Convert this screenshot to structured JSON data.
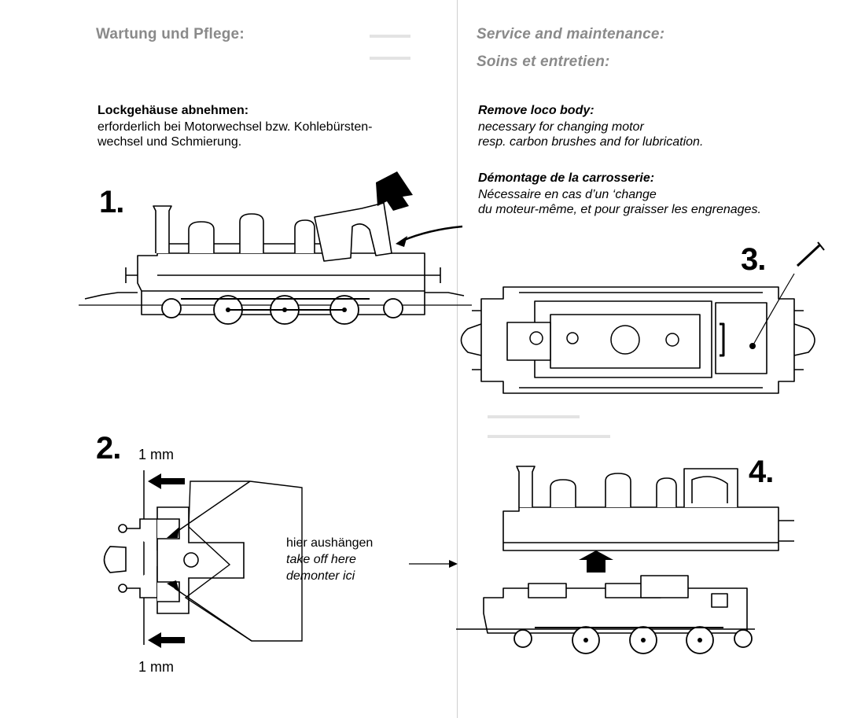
{
  "header": {
    "de": "Wartung und Pflege:",
    "en": "Service and maintenance:",
    "fr": "Soins et entretien:"
  },
  "section_de": {
    "title": "Lockgehäuse abnehmen:",
    "line1": "erforderlich bei Motorwechsel bzw. Kohlebürsten-",
    "line2": "wechsel und Schmierung."
  },
  "section_en": {
    "title": "Remove loco body:",
    "line1": "necessary for changing motor",
    "line2": "resp. carbon brushes and for lubrication."
  },
  "section_fr": {
    "title": "Démontage de la carrosserie:",
    "line1": "Nécessaire en cas d’un ‘change",
    "line2": "du moteur-même, et pour graisser les engrenages."
  },
  "steps": {
    "one": "1.",
    "two": "2.",
    "three": "3.",
    "four": "4."
  },
  "dimensions": {
    "top": "1 mm",
    "bottom": "1 mm"
  },
  "instructions": {
    "de": "hier aushängen",
    "en": "take off here",
    "fr": "demonter ici"
  }
}
